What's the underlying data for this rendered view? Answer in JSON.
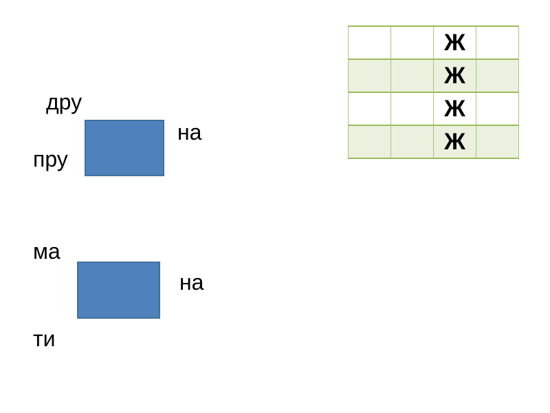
{
  "slide": {
    "background": "#ffffff"
  },
  "colors": {
    "rectangle_fill": "#4f81bd",
    "rectangle_border": "#41719c",
    "table_border": "#9bbb59",
    "table_band_fill": "#ebf1de",
    "text_color": "#000000"
  },
  "word_groups": [
    {
      "top_syllable": "дру",
      "right_syllable": "на",
      "left_syllable": "пру"
    },
    {
      "top_syllable": "ма",
      "right_syllable": "на",
      "bottom_syllable": "ти"
    }
  ],
  "letter_table": {
    "rows": [
      [
        "",
        "",
        "Ж",
        ""
      ],
      [
        "",
        "",
        "Ж",
        ""
      ],
      [
        "",
        "",
        "Ж",
        ""
      ],
      [
        "",
        "",
        "Ж",
        ""
      ]
    ]
  }
}
